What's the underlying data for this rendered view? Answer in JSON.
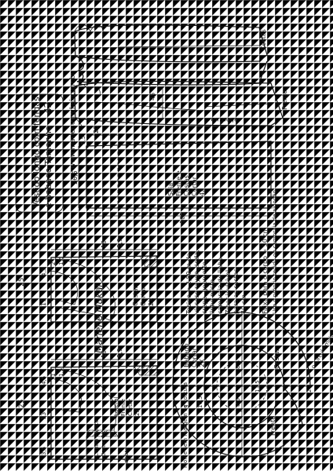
{
  "title": {
    "line1": "Vestido longo com fendas",
    "line2": "e babado Tamanho",
    "size": "42"
  },
  "website": "www.marlenemukai.com.br",
  "illustration": {
    "front_label": "Frente",
    "back_label": "Costas",
    "slit_label": "abertura",
    "measure_45": "45"
  },
  "skirt": {
    "label": "Saia\nFrente e\nCostas\nCortar\n4x",
    "w_20": "20",
    "w_55": "5,5",
    "h_265": "26,5",
    "length_105": "105"
  },
  "fabric_notes": {
    "lines": [
      "Tecido = 2,80 m de",
      "viscose rayon, seda,",
      "crepe, georgette,",
      "linho misto,",
      "cambraia de linho...",
      "Zíper invisível",
      "para as costas",
      "40 cm"
    ],
    "belt": "Faixa para o corpo = 50 cm",
    "belt2": "Use o próprio tecido ou cambraia de algodão"
  },
  "back_bodice": {
    "label": "Costas\nCortar\n2X",
    "w_19": "19",
    "w_89": "8,9",
    "h_25": "25",
    "h_11": "11",
    "m_45": "4,5",
    "m_2": "2",
    "m_15": "1,5"
  },
  "front_bodice": {
    "label_side": "Lateral\nFrente\nCortar\n2X",
    "label_center": "Centro Frente\nCortar 1X",
    "fold": "dobra",
    "w_19": "19",
    "w_89": "8,9",
    "h_25": "25",
    "h_13": "13",
    "m_45": "4,5",
    "m_35": "3,5",
    "m_1": "1",
    "m_15": "1,5"
  },
  "ruffle": {
    "front_label": "Frente",
    "back_label": "Costas",
    "babado": "Babado\nCortar\n2X",
    "m_85a": "8,5",
    "m_85b": "8,5",
    "m_135": "13,5",
    "m_165": "16,5",
    "m_35": "3,5",
    "m_2": "2",
    "note": "Molde sem margem de costura",
    "circle_note": "o Círculo maior que o Círculo de Cima"
  },
  "signature": "Marlene Mukai"
}
